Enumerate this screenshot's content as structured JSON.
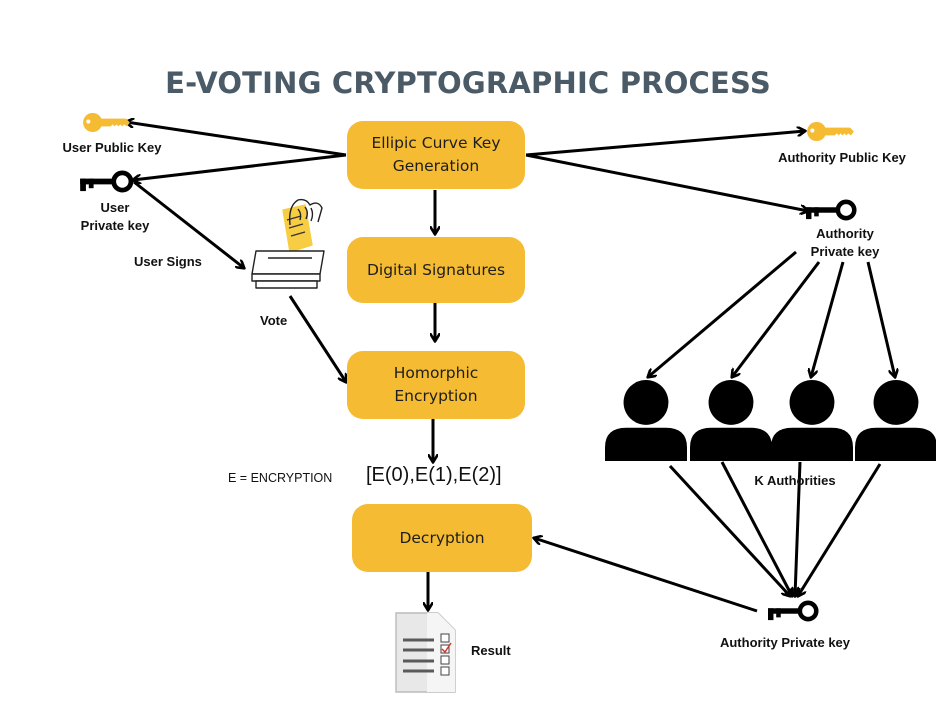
{
  "title": "E-VOTING CRYPTOGRAPHIC PROCESS",
  "colors": {
    "box_fill": "#f4bb33",
    "key_public": "#f4bb33",
    "title": "#4a5a66",
    "arrow": "#000000",
    "check": "#d9342b"
  },
  "process_steps": [
    {
      "id": "keygen",
      "label_line1": "Ellipic Curve Key",
      "label_line2": "Generation"
    },
    {
      "id": "signatures",
      "label_line1": "Digital Signatures"
    },
    {
      "id": "homomorphic",
      "label_line1": "Homorphic",
      "label_line2": "Encryption"
    },
    {
      "id": "decryption",
      "label_line1": "Decryption"
    }
  ],
  "labels": {
    "user_public_key": "User Public Key",
    "user_private_key_line1": "User",
    "user_private_key_line2": "Private key",
    "user_signs": "User Signs",
    "vote": "Vote",
    "authority_public_key": "Authority Public Key",
    "authority_private_key_line1": "Authority",
    "authority_private_key_line2": "Private key",
    "k_authorities": "K Authorities",
    "authority_private_key_bottom": "Authority Private key",
    "result": "Result",
    "encryption_legend": "E =  ENCRYPTION",
    "encrypted_vector": "[E(0),E(1),E(2)]"
  },
  "icons": {
    "user_public_key": "gold-key-icon",
    "user_private_key": "black-key-icon",
    "ballot": "ballot-box-icon",
    "authority_public_key": "gold-key-icon",
    "authority_private_key": "black-key-icon",
    "authorities": [
      "person-icon",
      "person-icon",
      "person-icon",
      "person-icon"
    ],
    "authority_private_key_bottom": "black-key-icon",
    "result": "checklist-document-icon"
  },
  "edges": [
    {
      "from": "keygen",
      "to": "user_public_key"
    },
    {
      "from": "keygen",
      "to": "user_private_key"
    },
    {
      "from": "keygen",
      "to": "authority_public_key"
    },
    {
      "from": "keygen",
      "to": "authority_private_key"
    },
    {
      "from": "keygen",
      "to": "signatures"
    },
    {
      "from": "user_private_key",
      "to": "ballot",
      "label": "User Signs"
    },
    {
      "from": "signatures",
      "to": "homomorphic"
    },
    {
      "from": "ballot",
      "to": "homomorphic",
      "label": "Vote"
    },
    {
      "from": "homomorphic",
      "to": "encrypted_vector"
    },
    {
      "from": "authority_private_key",
      "to": "authority_1"
    },
    {
      "from": "authority_private_key",
      "to": "authority_2"
    },
    {
      "from": "authority_private_key",
      "to": "authority_3"
    },
    {
      "from": "authority_private_key",
      "to": "authority_4"
    },
    {
      "from": "authority_1",
      "to": "authority_private_key_bottom"
    },
    {
      "from": "authority_2",
      "to": "authority_private_key_bottom"
    },
    {
      "from": "authority_3",
      "to": "authority_private_key_bottom"
    },
    {
      "from": "authority_4",
      "to": "authority_private_key_bottom"
    },
    {
      "from": "authority_private_key_bottom",
      "to": "decryption"
    },
    {
      "from": "decryption",
      "to": "result"
    }
  ]
}
